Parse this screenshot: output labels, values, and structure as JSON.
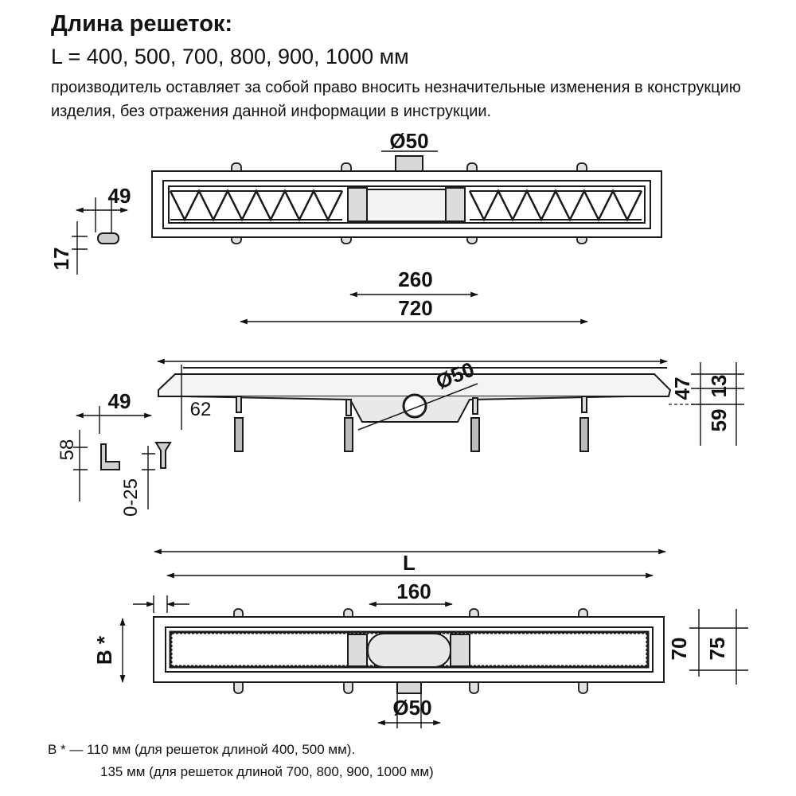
{
  "header": {
    "title": "Длина решеток:",
    "lengths": "L = 400, 500, 700, 800, 900, 1000 мм",
    "note": "производитель оставляет за собой право вносить незначительные изменения в конструкцию изделия, без отражения данной информации в инструкции."
  },
  "top_view": {
    "pipe_diameter": "Ø50",
    "bracket_width": "49",
    "bracket_height": "17",
    "dim_260": "260",
    "dim_720": "720"
  },
  "side_view": {
    "pipe_diameter": "Ø50",
    "foot_width": "49",
    "offset_62": "62",
    "foot_height": "58",
    "adjust_range": "0-25",
    "height_47": "47",
    "height_13": "13",
    "height_59": "59"
  },
  "bottom_view": {
    "length_label": "L",
    "dim_160": "160",
    "width_label": "B *",
    "dim_70": "70",
    "dim_75": "75",
    "pipe_diameter": "Ø50"
  },
  "footnote": {
    "line1": "B * — 110 мм (для решеток длиной 400, 500 мм).",
    "line2": "135 мм (для решеток длиной 700, 800, 900, 1000 мм)"
  },
  "colors": {
    "line": "#1a1a1a",
    "fill_light": "#e6e6e6",
    "fill_mid": "#cfcfcf"
  }
}
